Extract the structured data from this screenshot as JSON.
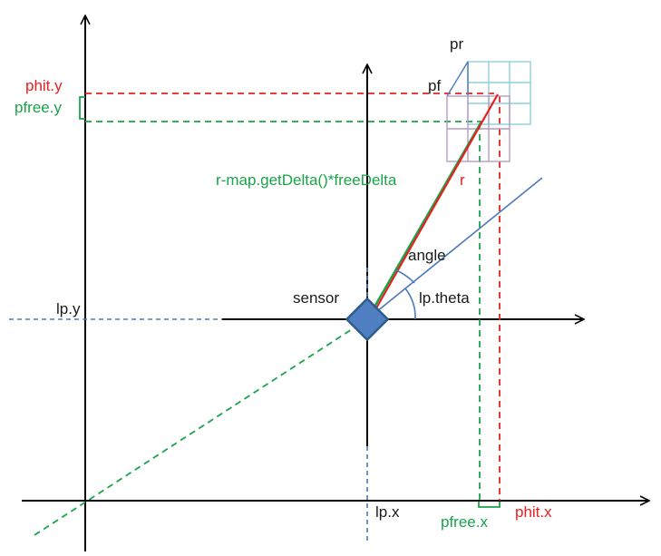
{
  "labels": {
    "pr": "pr",
    "pf": "pf",
    "phit_y": "phit.y",
    "pfree_y": "pfree.y",
    "free_len": "r-map.getDelta()*freeDelta",
    "r": "r",
    "angle": "angle",
    "sensor": "sensor",
    "lp_y": "lp.y",
    "lp_theta": "lp.theta",
    "lp_x": "lp.x",
    "pfree_x": "pfree.x",
    "phit_x": "phit.x"
  },
  "colors": {
    "axis": "#000000",
    "red": "#e8201e",
    "green": "#1aa34a",
    "blue_line": "#4a7ab8",
    "blue_dash": "#4a7ab8",
    "sensor_fill": "#4f7fc0",
    "sensor_stroke": "#2e5a8e",
    "cyan_grid": "#8fd0d8",
    "purple_grid": "#b39cc4"
  }
}
